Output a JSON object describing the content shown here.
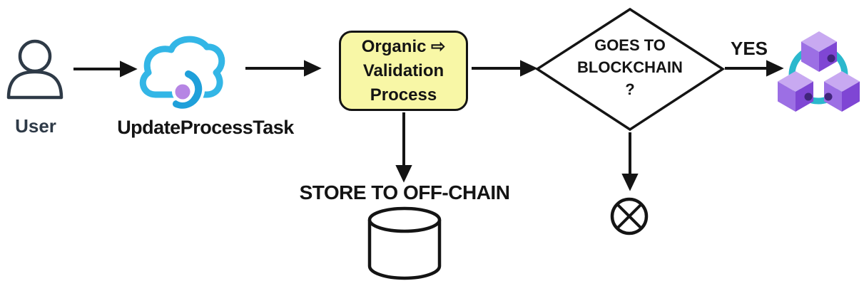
{
  "diagram": {
    "nodes": {
      "user": {
        "label": "User",
        "icon": "person-icon"
      },
      "task": {
        "label": "UpdateProcessTask",
        "icon": "cloud-task-icon"
      },
      "process": {
        "line1": "Organic ⇨",
        "line2": "Validation",
        "line3": "Process"
      },
      "decision": {
        "line1": "GOES TO",
        "line2": "BLOCKCHAIN",
        "line3": "?"
      },
      "offchain": {
        "label": "STORE TO OFF-CHAIN",
        "icon": "database-cylinder-icon"
      },
      "blockchain": {
        "icon": "blockchain-cubes-icon"
      },
      "terminator": {
        "icon": "circle-x-icon"
      }
    },
    "edges": {
      "yes_label": "YES"
    },
    "palette": {
      "user_ink": "#2e3a47",
      "line_ink": "#141414",
      "process_fill": "#f8f7a6",
      "cloud_stroke": "#33b6e6",
      "cloud_crescent": "#1fa0da",
      "cloud_dot": "#b685e4",
      "cube_top_face": "#c8a9f1",
      "cube_left_face": "#9c6fe4",
      "cube_right_face": "#7f46d4",
      "chain_ring": "#2bb8cd"
    }
  }
}
